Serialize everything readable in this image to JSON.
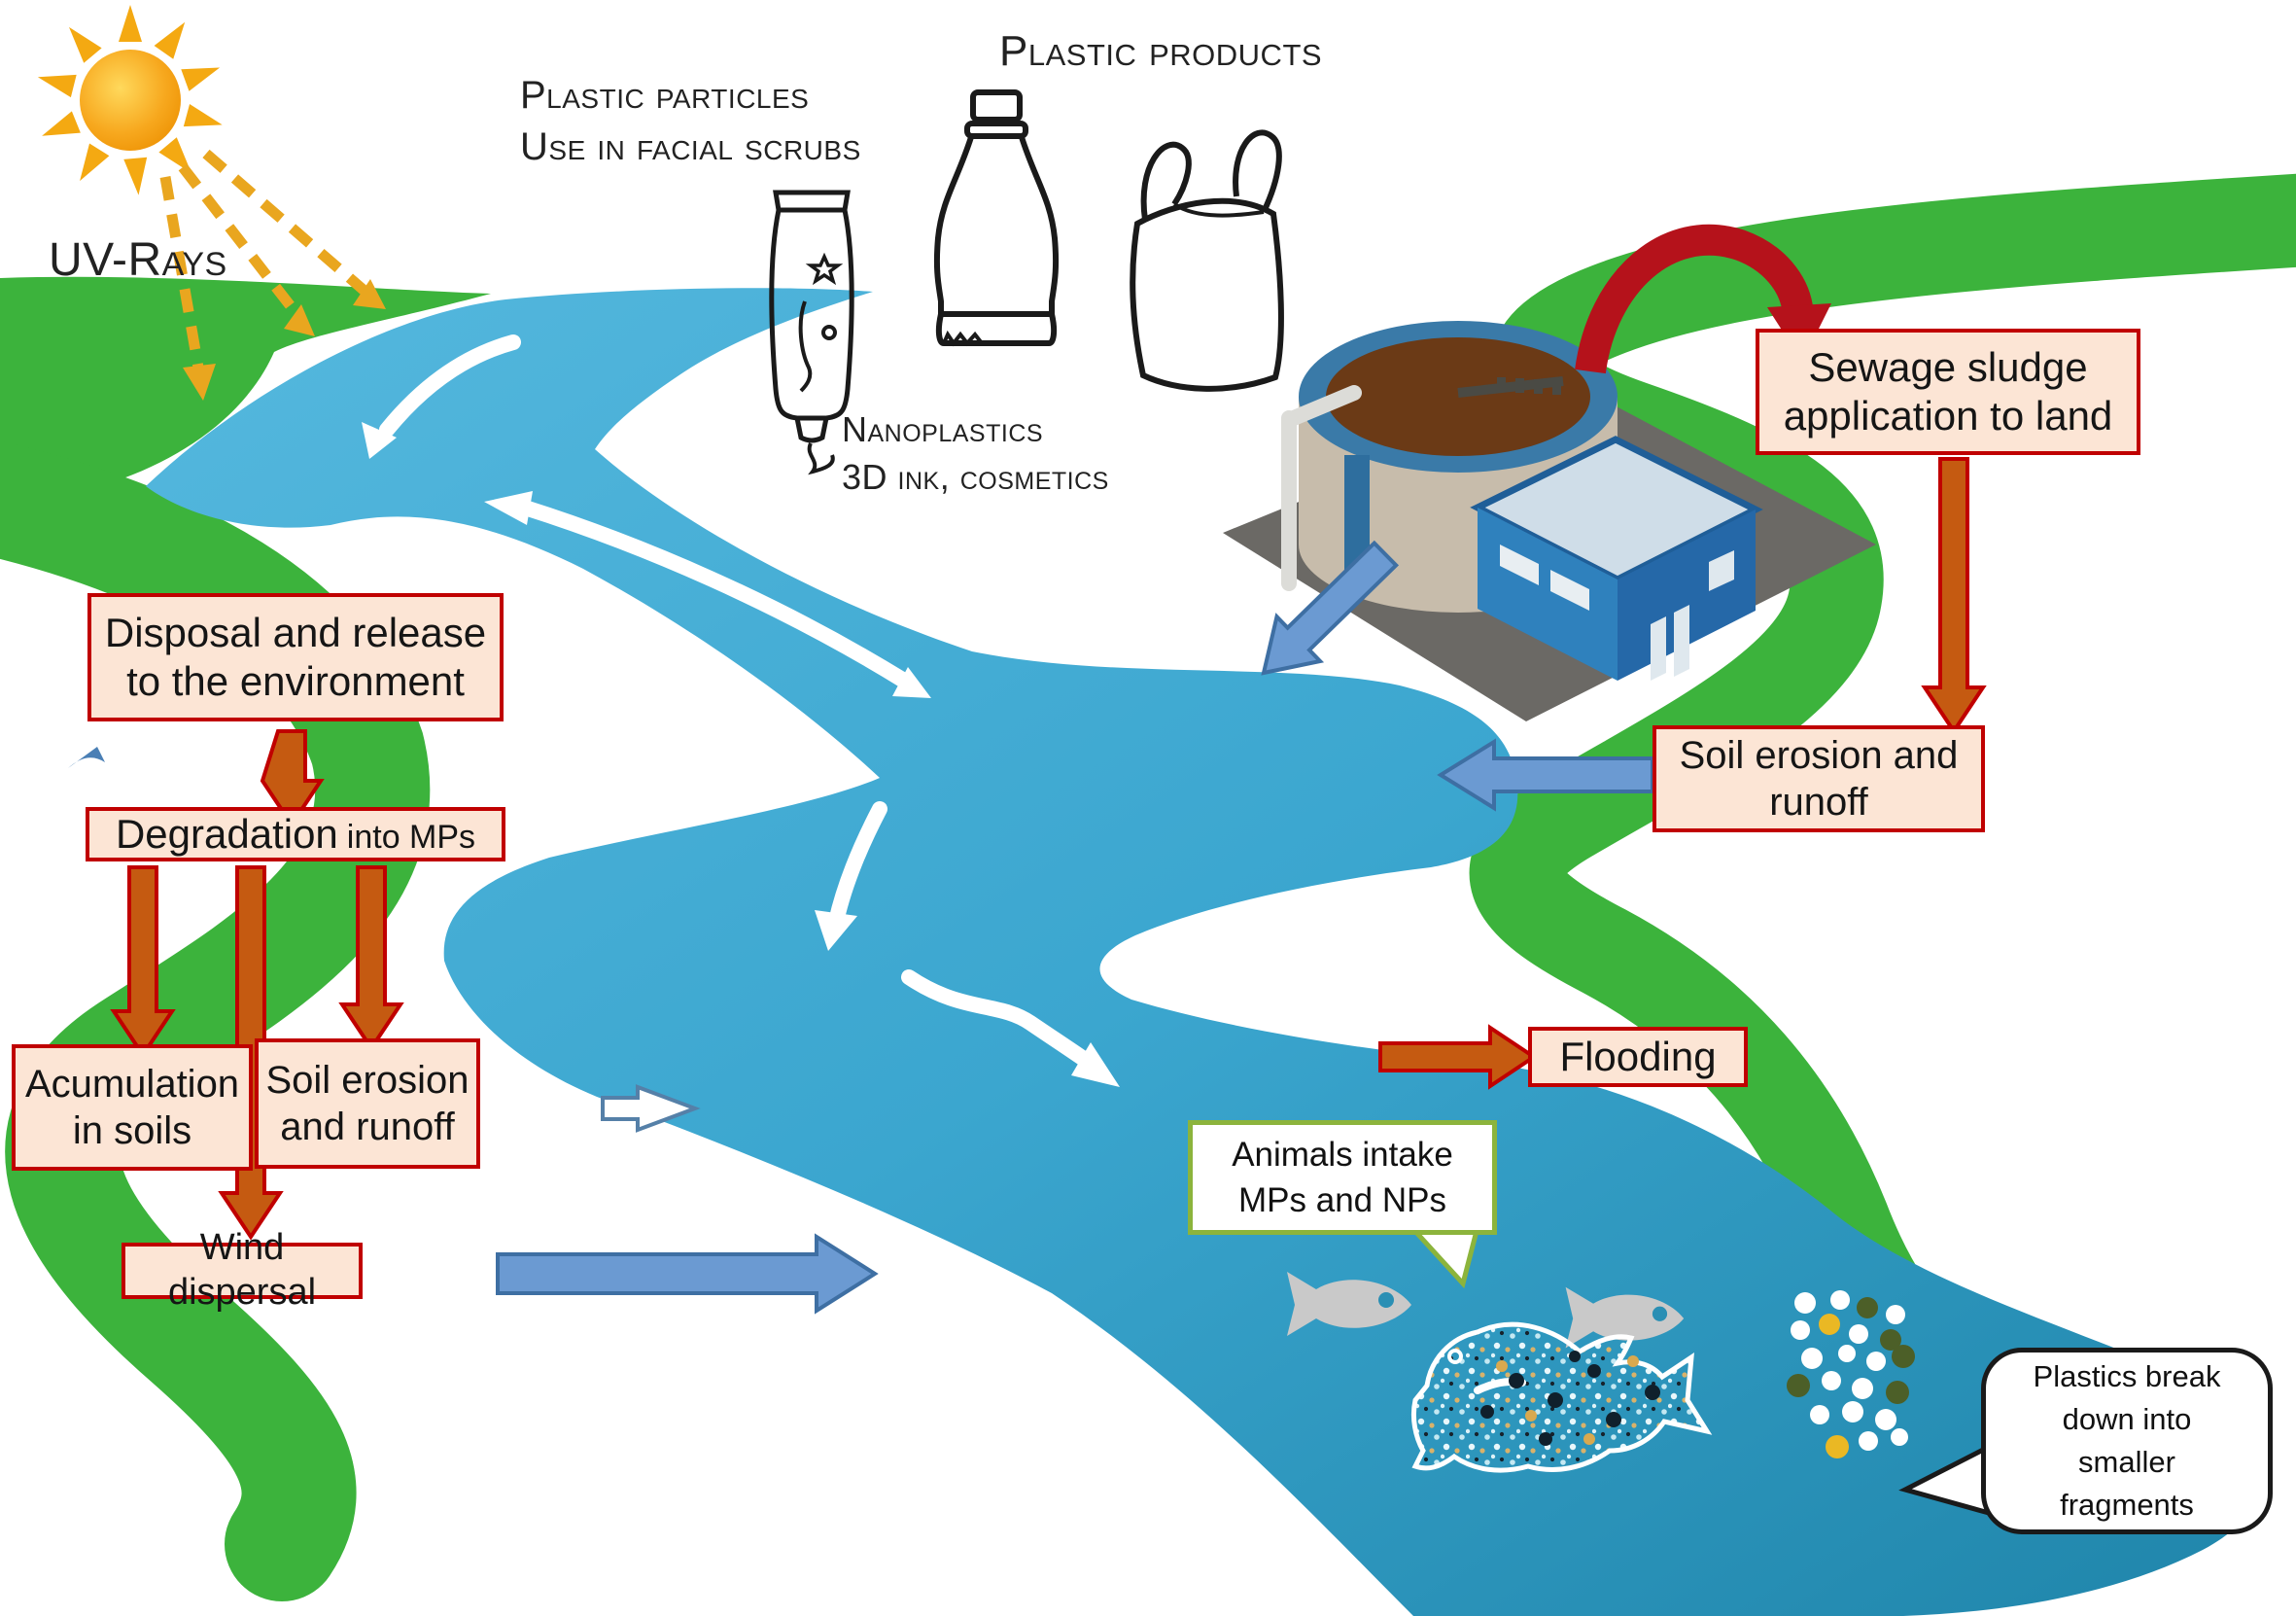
{
  "meta": {
    "type": "environmental-cycle-diagram",
    "topic": "Microplastics transport in the environment"
  },
  "palette": {
    "box_fill": "#fce5d5",
    "box_border": "#c00000",
    "river_light": "#53b6dd",
    "river_dark": "#1f85aa",
    "grass_green": "#3cb33c",
    "orange_arrow": "#c55a11",
    "blue_arrow": "#6b9ad2",
    "white_arrow": "#ffffff",
    "red_arc": "#b5121b",
    "uv_ray": "#e9a61f",
    "callout_green_border": "#8cb43c",
    "sun_core": "#f09000"
  },
  "labels": {
    "uv_rays": "UV-Rays",
    "plastic_particles_1": "Plastic particles",
    "plastic_particles_2": "Use in facial scrubs",
    "plastic_products": "Plastic products",
    "nanoplastics_1": "Nanoplastics",
    "nanoplastics_2": "3D ink, cosmetics"
  },
  "boxes": {
    "sewage_sludge": {
      "line1": "Sewage sludge",
      "line2": "application to land"
    },
    "soil_erosion_right": {
      "line1": "Soil erosion and",
      "line2": "runoff"
    },
    "disposal": {
      "line1": "Disposal and release",
      "line2": "to the environment"
    },
    "degradation": {
      "main": "Degradation",
      "rest": "into MPs"
    },
    "accumulation": {
      "line1": "Acumulation",
      "line2": "in soils"
    },
    "soil_erosion_left": {
      "line1": "Soil erosion",
      "line2": "and runoff"
    },
    "wind_dispersal": {
      "label": "Wind dispersal"
    },
    "flooding": {
      "label": "Flooding"
    }
  },
  "callouts": {
    "animals_intake": {
      "line1": "Animals intake",
      "line2": "MPs and NPs"
    },
    "plastics_break": {
      "line1": "Plastics break",
      "line2": "down into",
      "line3": "smaller",
      "line4": "fragments"
    }
  },
  "icons": {
    "sun": "sun-icon",
    "uv": "uv-dashed-ray-icon",
    "scrub_tube": "facial-scrub-tube-icon",
    "bottle": "plastic-bottle-icon",
    "bag": "plastic-bag-icon",
    "plant": "wastewater-treatment-plant-icon",
    "sludge_arrow": "sludge-recycle-arrow-icon",
    "fish": "fish-silhouette-icon",
    "degrading_fish": "decomposing-fish-icon",
    "particles": "microplastic-particles-icon",
    "river": "river-shape",
    "grass": "grass-bank-shape"
  }
}
